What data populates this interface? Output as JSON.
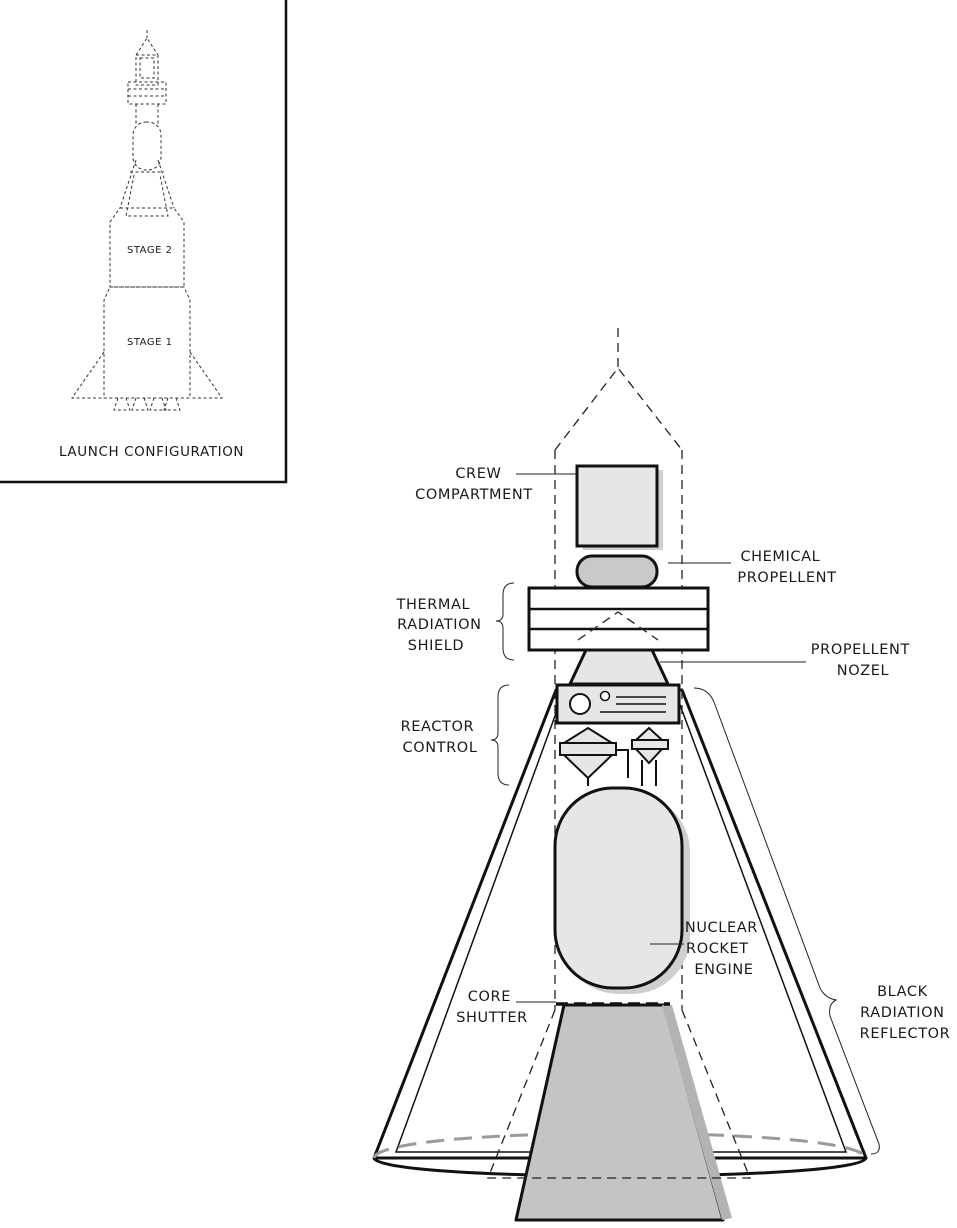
{
  "inset": {
    "stage2_label": "STAGE 2",
    "stage1_label": "STAGE 1",
    "caption": "LAUNCH CONFIGURATION"
  },
  "labels": {
    "crew": [
      "CREW",
      "COMPARTMENT"
    ],
    "chemical": [
      "CHEMICAL",
      "PROPELLENT"
    ],
    "thermal": [
      "THERMAL",
      "RADIATION",
      "SHIELD"
    ],
    "nozzle": [
      "PROPELLENT",
      "NOZEL"
    ],
    "reactor": [
      "REACTOR",
      "CONTROL"
    ],
    "engine": [
      "NUCLEAR",
      "ROCKET",
      "ENGINE"
    ],
    "shutter": [
      "CORE",
      "SHUTTER"
    ],
    "reflector": [
      "BLACK",
      "RADIATION",
      "REFLECTOR"
    ]
  },
  "colors": {
    "line": "#111111",
    "fill_light": "#e6e6e8",
    "fill_mid": "#c9c9cb",
    "plume": "#c4c4c4"
  }
}
